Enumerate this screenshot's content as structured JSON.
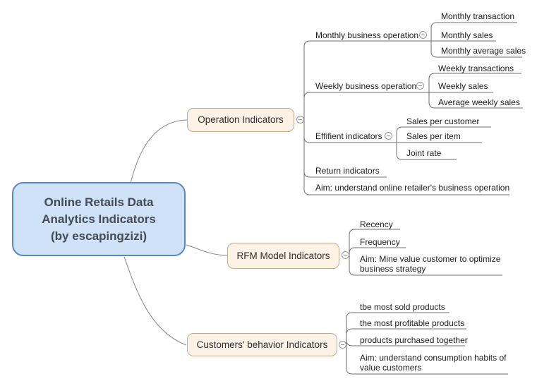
{
  "root": {
    "label": "Online Retails Data Analytics Indicators (by escapingzizi)"
  },
  "icons": {
    "collapse_glyph": "minus-in-circle"
  },
  "colors": {
    "canvas_bg": "#ffffff",
    "root_fill": "#cfe2f8",
    "root_border": "#5e86c4",
    "root_text": "#454b54",
    "branch_fill": "#fcf2e6",
    "branch_border": "#c2aa90",
    "branch_text": "#2d2d2d",
    "leaf_text": "#1c1c1c",
    "line_color": "#6e6e6e",
    "connector_color": "#858585",
    "icon_border": "#979797"
  },
  "branches": [
    {
      "label": "Operation Indicators",
      "children": [
        {
          "label": "Monthly business operation",
          "children": [
            {
              "label": "Monthly transaction"
            },
            {
              "label": "Monthly sales"
            },
            {
              "label": "Monthly average sales"
            }
          ]
        },
        {
          "label": "Weekly business operation",
          "children": [
            {
              "label": "Weekly transactions"
            },
            {
              "label": "Weekly sales"
            },
            {
              "label": "Average weekly sales"
            }
          ]
        },
        {
          "label": "Effifient indicators",
          "children": [
            {
              "label": "Sales per customer"
            },
            {
              "label": "Sales per item"
            },
            {
              "label": "Joint rate"
            }
          ]
        },
        {
          "label": "Return indicators"
        },
        {
          "label": "Aim: understand online retailer's business operation"
        }
      ]
    },
    {
      "label": "RFM Model Indicators",
      "children": [
        {
          "label": "Recency"
        },
        {
          "label": "Frequency"
        },
        {
          "label": "Aim: Mine value customer to optimize business strategy"
        }
      ]
    },
    {
      "label": "Customers' behavior Indicators",
      "children": [
        {
          "label": "tbe most sold products"
        },
        {
          "label": "the most profitable products"
        },
        {
          "label": "products purchased together"
        },
        {
          "label": "Aim: understand consumption habits of value customers"
        }
      ]
    }
  ]
}
